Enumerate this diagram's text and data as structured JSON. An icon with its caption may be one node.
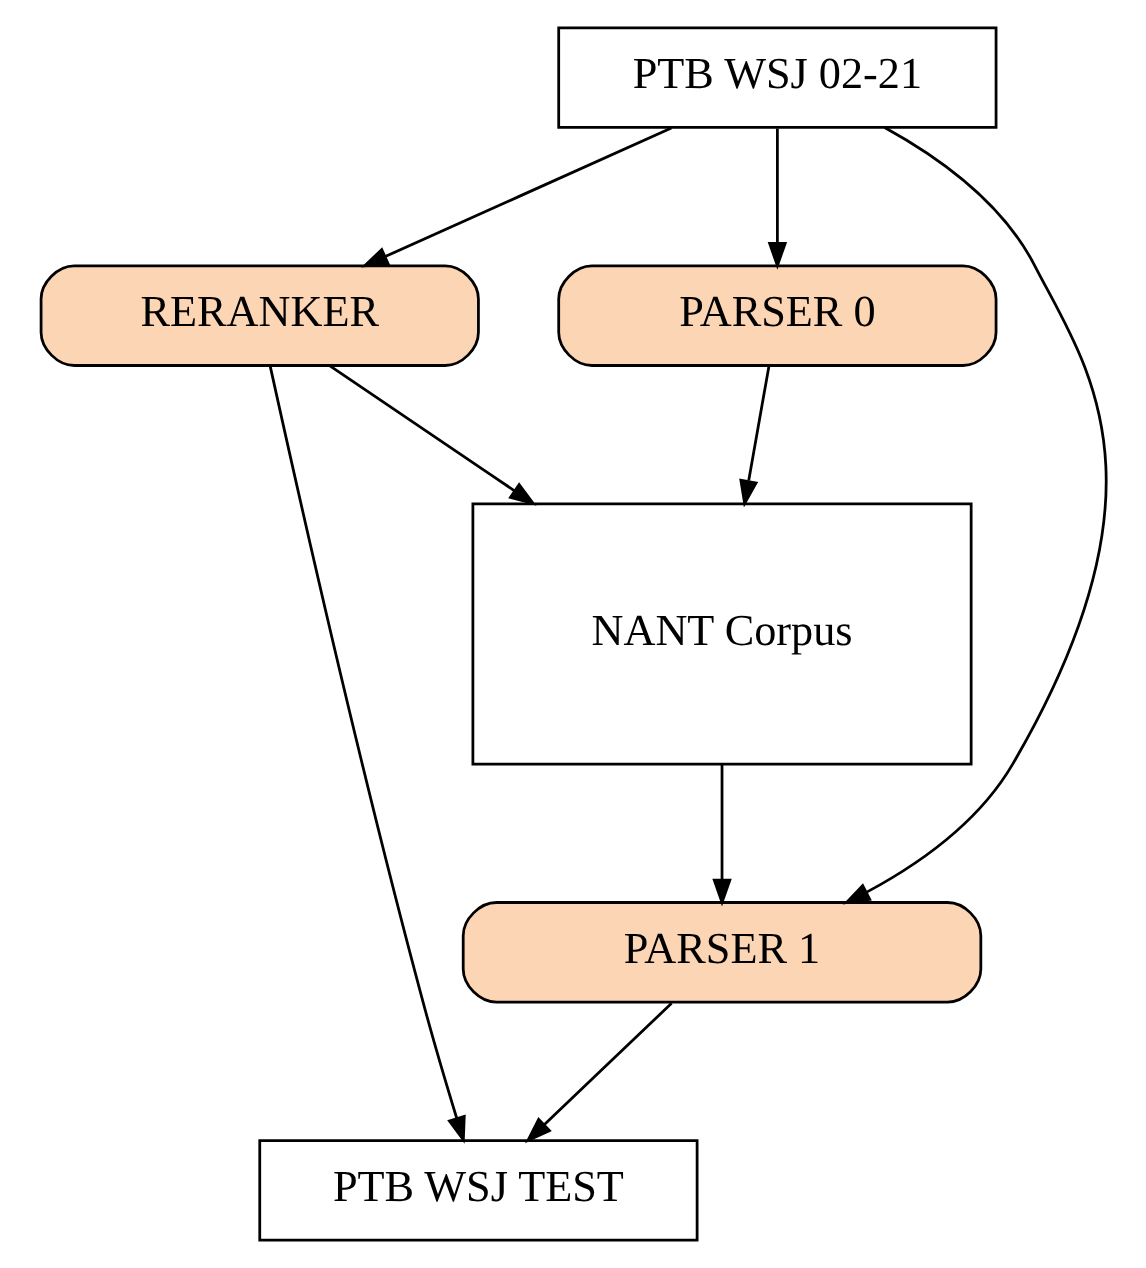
{
  "diagram": {
    "nodes": [
      {
        "text": [
          "PTB WSJ 02-21"
        ]
      },
      {
        "text": [
          "PARSER 0"
        ]
      },
      {
        "text": [
          "RERANKER"
        ]
      },
      {
        "text": [
          "NANT Corpus"
        ]
      },
      {
        "text": [
          "PARSER 1"
        ]
      },
      {
        "text": [
          "PTB WSJ TEST"
        ]
      }
    ],
    "edges": [
      {
        "from": 0,
        "to": 1,
        "arrow": "to"
      },
      {
        "from": 0,
        "to": 2,
        "arrow": "to"
      },
      {
        "from": 0,
        "to": 4,
        "arrow": "to"
      },
      {
        "from": 1,
        "to": 3,
        "arrow": "to"
      },
      {
        "from": 2,
        "to": 3,
        "arrow": "to"
      },
      {
        "from": 3,
        "to": 4,
        "arrow": "to"
      },
      {
        "from": 2,
        "to": 5,
        "arrow": "to"
      },
      {
        "from": 4,
        "to": 5,
        "arrow": "to"
      }
    ]
  }
}
